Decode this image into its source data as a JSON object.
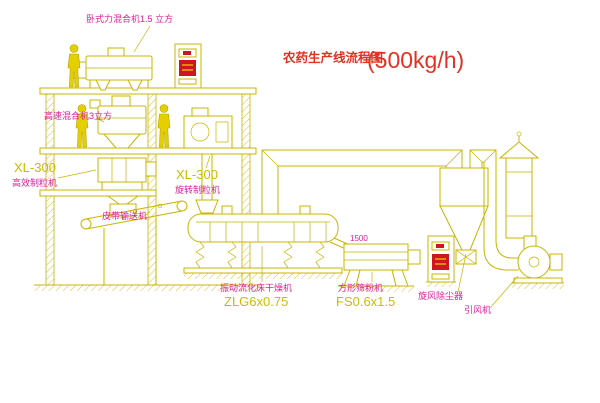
{
  "title": {
    "name": "农药生产线流程图",
    "capacity": "(500kg/h)"
  },
  "labels": {
    "horizontal_mixer": "卧式力混合机1.5 立方",
    "high_speed_mixer": "高速混合机3立方",
    "pellet_mill_model": "XL-300",
    "pellet_mill_name": "高效制粒机",
    "rotary_granulator_model": "XL-300",
    "rotary_granulator_name": "旋转制粒机",
    "belt_conveyor": "皮带输送机",
    "dryer_name": "振动流化床干燥机",
    "dryer_model": "ZLG6x0.75",
    "sifter_name": "方形筛粉机",
    "sifter_model": "FS0.6x1.5",
    "sifter_dimension": "1500",
    "cyclone_name": "旋风除尘器",
    "fan_name": "引风机"
  },
  "colors": {
    "line_yellow": "#c9b400",
    "bright_yellow": "#e8d400",
    "label_magenta": "#de1e96",
    "title_red": "#e23222",
    "model_yellow": "#cdbb00",
    "cabinet_red": "#cf1620",
    "background": "#ffffff"
  }
}
